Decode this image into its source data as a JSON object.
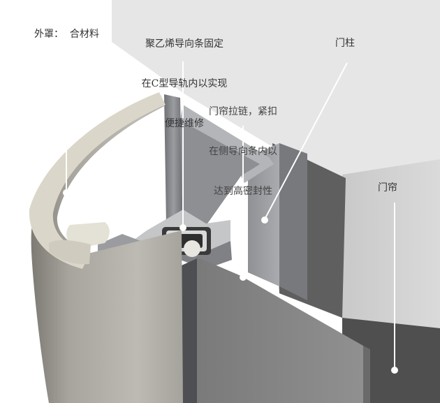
{
  "labels": {
    "cover": "外罩：  合材料",
    "guide_strip": [
      "聚乙烯导向条固定",
      "在C型导轨内以实现",
      "便捷维修"
    ],
    "zipper": [
      "门帘拉链，紧扣",
      "在侧导向条内以",
      "达到高密封性"
    ],
    "post": "门柱",
    "curtain": "门帘"
  },
  "colors": {
    "wall_top": "#e4e4e4",
    "wall_right": "#d3d3d3",
    "wall_dark": "#5c5c5c",
    "cover_face": "#b7b4ad",
    "cover_edge": "#dcd8cc",
    "rail": "#8a8c90",
    "curtain": "#858585",
    "leader": "#ffffff"
  }
}
